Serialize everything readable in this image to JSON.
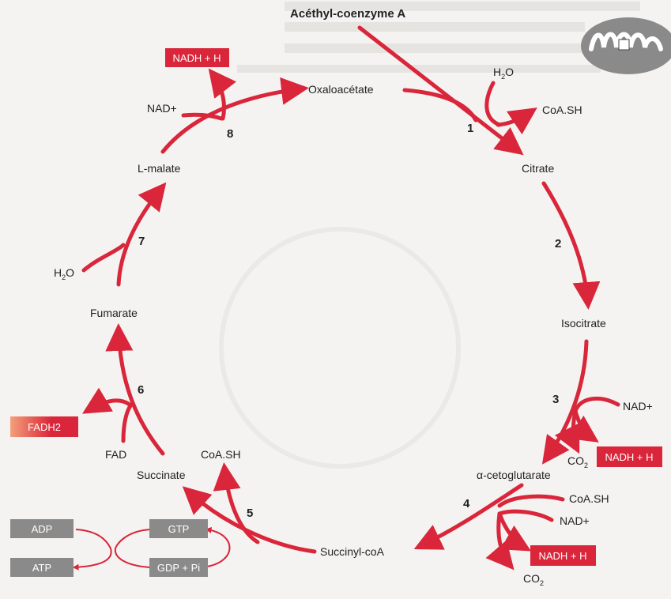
{
  "diagram": {
    "title": "Acéthyl-coenzyme A",
    "colors": {
      "accent": "#d9263a",
      "grey_box": "#8a8a8a",
      "fadh_gradient_end": "#f4a07a",
      "background": "#f4f3f1"
    },
    "molecules": {
      "oxaloacetate": "Oxaloacétate",
      "citrate": "Citrate",
      "isocitrate": "Isocitrate",
      "alpha_ketoglutarate": "α-cetoglutarate",
      "succinyl_coa": "Succinyl-coA",
      "succinate": "Succinate",
      "fumarate": "Fumarate",
      "l_malate": "L-malate"
    },
    "steps": [
      "1",
      "2",
      "3",
      "4",
      "5",
      "6",
      "7",
      "8"
    ],
    "cofactors": {
      "h2o_step1": "H",
      "h2o_step1_sub": "2",
      "h2o_step1_tail": "O",
      "coa_step1": "CoA.SH",
      "nad_step3": "NAD+",
      "co2_step3": "CO",
      "co2_step3_sub": "2",
      "coa_step4": "CoA.SH",
      "nad_step4": "NAD+",
      "co2_step4": "CO",
      "co2_step4_sub": "2",
      "coa_step5": "CoA.SH",
      "fad_step6": "FAD",
      "h2o_step7": "H",
      "h2o_step7_sub": "2",
      "h2o_step7_tail": "O",
      "nad_step8": "NAD+"
    },
    "boxes": {
      "nadh_step8": "NADH + H",
      "nadh_step3": "NADH + H",
      "nadh_step4": "NADH + H",
      "fadh2": "FADH2",
      "gtp": "GTP",
      "gdp": "GDP + Pi",
      "adp": "ADP",
      "atp": "ATP"
    },
    "icons": {
      "mitochondrion": "mitochondrion-icon"
    }
  }
}
